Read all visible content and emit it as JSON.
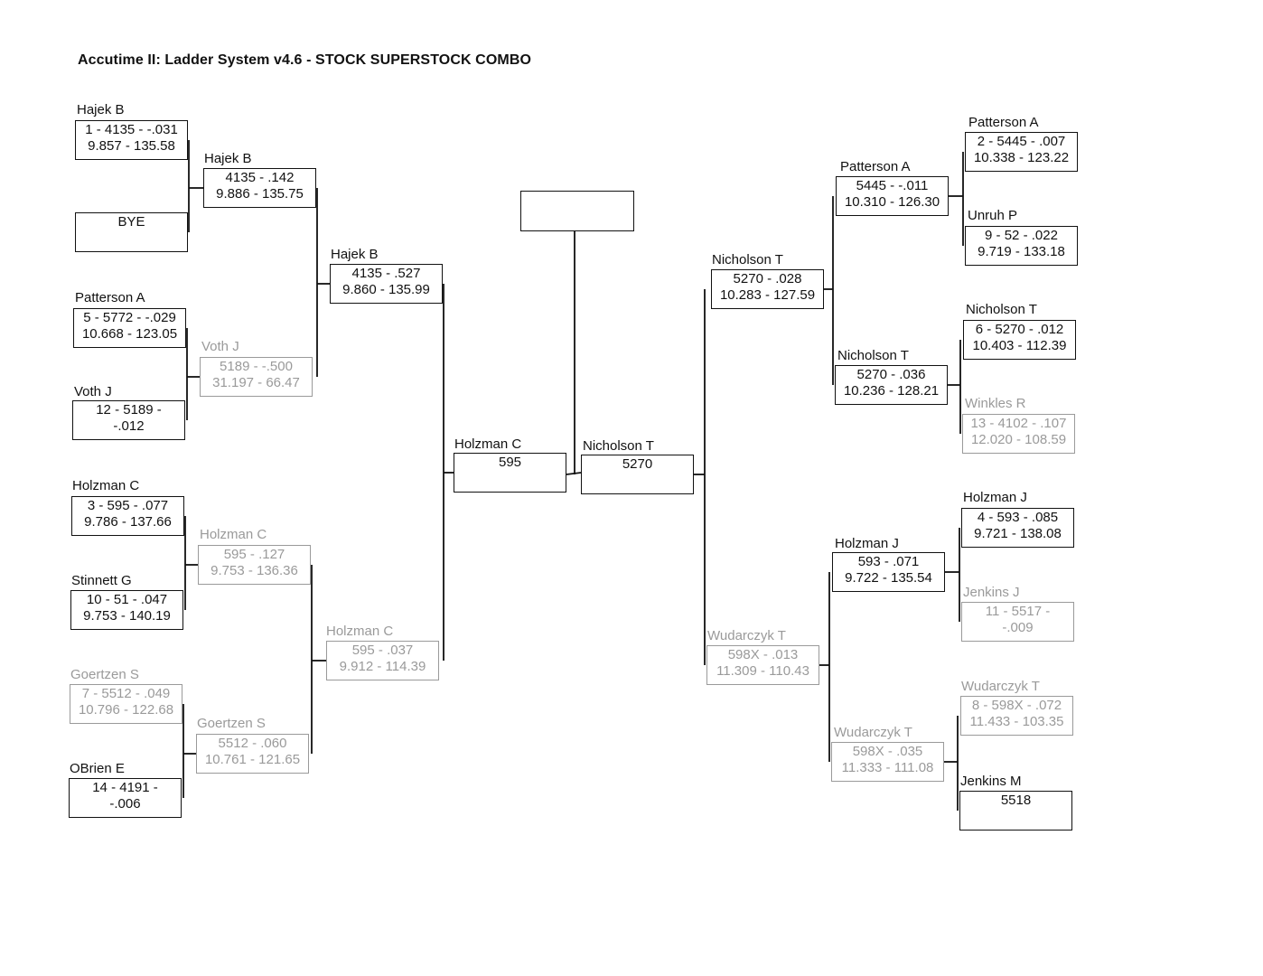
{
  "title": "Accutime II: Ladder System v4.6 - STOCK SUPERSTOCK COMBO",
  "slots": [
    {
      "name": "Hajek B",
      "l1": "1 - 4135 - -.031",
      "l2": "9.857 - 135.58"
    },
    {
      "name": "",
      "l1": "BYE",
      "l2": ""
    },
    {
      "name": "Patterson A",
      "l1": "5 - 5772 - -.029",
      "l2": "10.668 - 123.05"
    },
    {
      "name": "Voth J",
      "l1": "12 - 5189 -",
      "l2": "-.012"
    },
    {
      "name": "Holzman C",
      "l1": "3 - 595 - .077",
      "l2": "9.786 - 137.66"
    },
    {
      "name": "Stinnett G",
      "l1": "10 - 51 - .047",
      "l2": "9.753 - 140.19"
    },
    {
      "name": "Goertzen S",
      "l1": "7 - 5512 - .049",
      "l2": "10.796 - 122.68"
    },
    {
      "name": "OBrien E",
      "l1": "14 - 4191 -",
      "l2": "-.006"
    },
    {
      "name": "Hajek B",
      "l1": "4135 - .142",
      "l2": "9.886 - 135.75"
    },
    {
      "name": "Voth J",
      "l1": "5189 - -.500",
      "l2": "31.197 - 66.47"
    },
    {
      "name": "Holzman C",
      "l1": "595 - .127",
      "l2": "9.753 - 136.36"
    },
    {
      "name": "Goertzen S",
      "l1": "5512 - .060",
      "l2": "10.761 - 121.65"
    },
    {
      "name": "Hajek B",
      "l1": "4135 - .527",
      "l2": "9.860 - 135.99"
    },
    {
      "name": "Holzman C",
      "l1": "595 - .037",
      "l2": "9.912 - 114.39"
    },
    {
      "name": "Holzman C",
      "l1": "595",
      "l2": ""
    },
    {
      "name": "Nicholson T",
      "l1": "5270",
      "l2": ""
    },
    {
      "name": "Nicholson T",
      "l1": "5270 - .028",
      "l2": "10.283 - 127.59"
    },
    {
      "name": "Wudarczyk T",
      "l1": "598X - .013",
      "l2": "11.309 - 110.43"
    },
    {
      "name": "Patterson A",
      "l1": "5445 - -.011",
      "l2": "10.310 - 126.30"
    },
    {
      "name": "Nicholson T",
      "l1": "5270 - .036",
      "l2": "10.236 - 128.21"
    },
    {
      "name": "Holzman J",
      "l1": "593 - .071",
      "l2": "9.722 - 135.54"
    },
    {
      "name": "Wudarczyk T",
      "l1": "598X - .035",
      "l2": "11.333 - 111.08"
    },
    {
      "name": "Patterson A",
      "l1": "2 - 5445 - .007",
      "l2": "10.338 - 123.22"
    },
    {
      "name": "Unruh P",
      "l1": "9 - 52 - .022",
      "l2": "9.719 - 133.18"
    },
    {
      "name": "Nicholson T",
      "l1": "6 - 5270 - .012",
      "l2": "10.403 - 112.39"
    },
    {
      "name": "Winkles R",
      "l1": "13 - 4102 - .107",
      "l2": "12.020 - 108.59"
    },
    {
      "name": "Holzman J",
      "l1": "4 - 593 - .085",
      "l2": "9.721 - 138.08"
    },
    {
      "name": "Jenkins J",
      "l1": "11 - 5517 -",
      "l2": "-.009"
    },
    {
      "name": "Wudarczyk T",
      "l1": "8 - 598X - .072",
      "l2": "11.433 - 103.35"
    },
    {
      "name": "Jenkins M",
      "l1": "5518",
      "l2": ""
    }
  ],
  "winner": ""
}
